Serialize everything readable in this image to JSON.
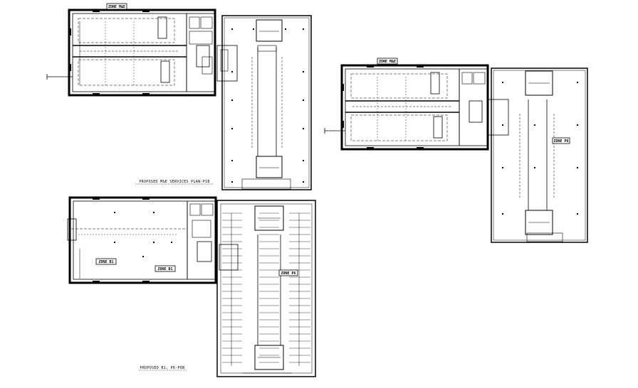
{
  "colors": {
    "line": "#000000",
    "background": "#ffffff"
  },
  "zones": {
    "top_left": "ZONE M&E",
    "mid_right": "ZONE M&E",
    "bottom_left_a": "ZONE B1",
    "bottom_left_b": "ZONE B1",
    "parking_right_top": "ZONE P6",
    "parking_bottom": "ZONE P6"
  },
  "captions": {
    "middle": "PROPOSED M&E SERVICES PLAN-P1B",
    "bottom": "PROPOSED B1, P6-P6B"
  }
}
